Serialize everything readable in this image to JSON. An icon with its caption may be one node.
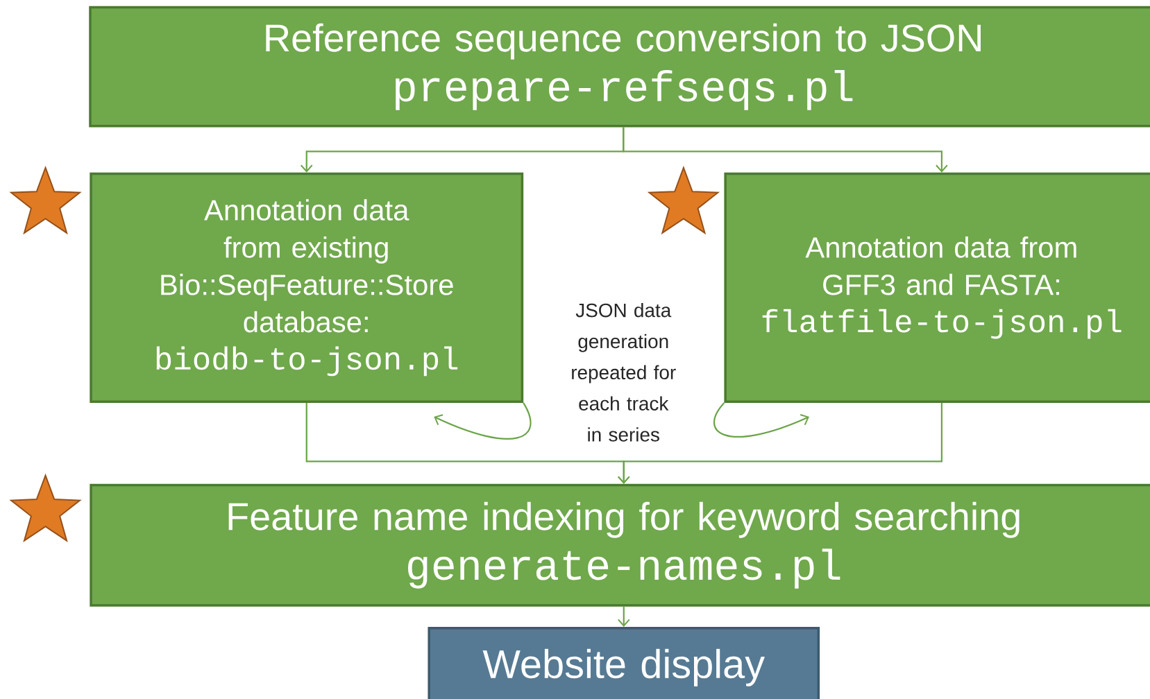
{
  "diagram": {
    "nodes": [
      {
        "text": [
          "Reference sequence conversion to JSON",
          "prepare-refseqs.pl"
        ]
      },
      {
        "text": [
          "Annotation data from existing Bio::SeqFeature::Store database:",
          "biodb-to-json.pl"
        ]
      },
      {
        "text": [
          "Annotation data from GFF3 and FASTA:",
          "flatfile-to-json.pl"
        ]
      },
      {
        "text": [
          "Feature name indexing for keyword searching",
          "generate-names.pl"
        ]
      },
      {
        "text": [
          "Website display"
        ]
      }
    ],
    "edges": [
      {
        "from": 0,
        "to": 1,
        "arrow": "to"
      },
      {
        "from": 0,
        "to": 2,
        "arrow": "to"
      },
      {
        "from": 1,
        "to": 1,
        "arrow": "to"
      },
      {
        "from": 2,
        "to": 2,
        "arrow": "to"
      },
      {
        "from": 1,
        "to": 3,
        "arrow": "to"
      },
      {
        "from": 2,
        "to": 3,
        "arrow": "to"
      },
      {
        "from": 3,
        "to": 4,
        "arrow": "to"
      }
    ],
    "labels": [
      "JSON data generation repeated for each track in series"
    ]
  }
}
